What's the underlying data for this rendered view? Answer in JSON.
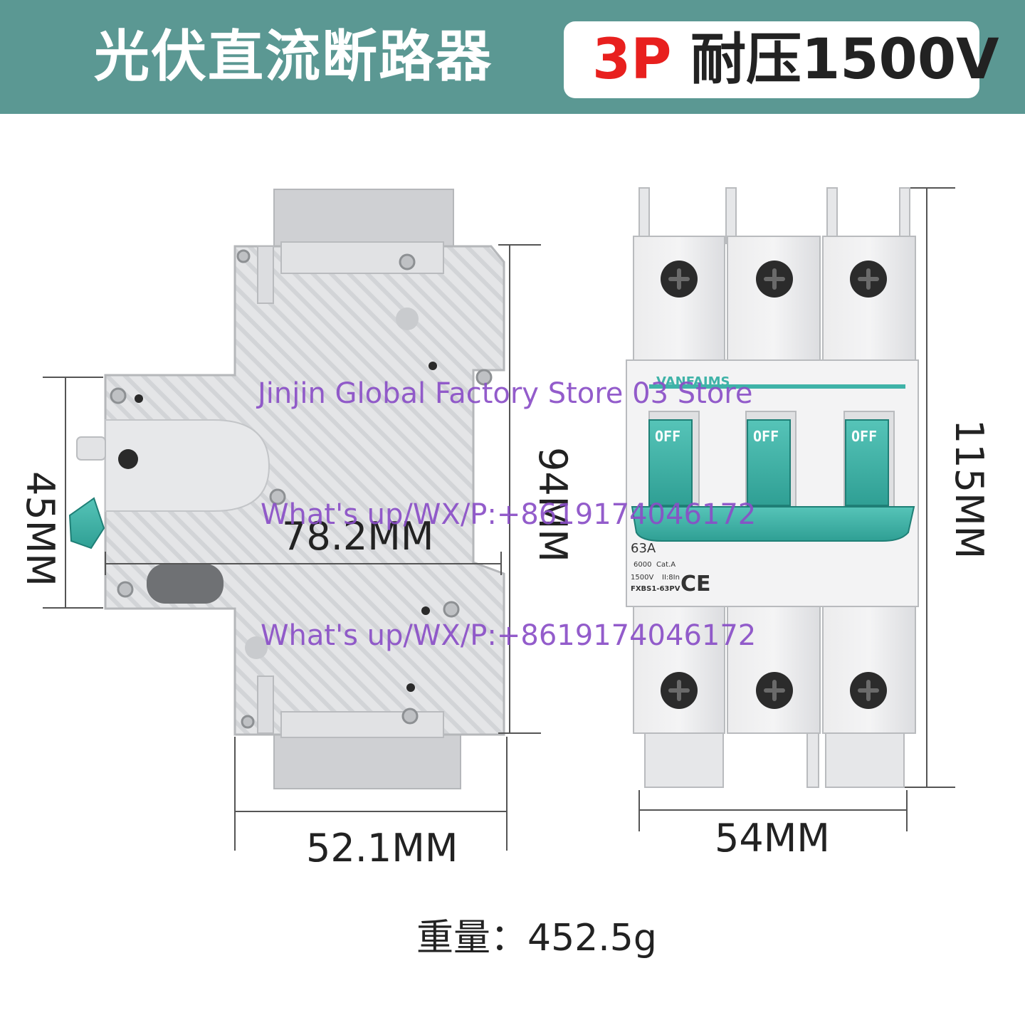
{
  "header": {
    "title": "光伏直流断路器",
    "poles": "3P",
    "voltage": "耐压1500V"
  },
  "dimensions": {
    "side_height": "45MM",
    "side_width": "78.2MM",
    "side_full_height": "94MM",
    "side_depth": "52.1MM",
    "front_height": "115MM",
    "front_width": "54MM"
  },
  "product_labels": {
    "brand": "VANFAIMS",
    "switch_state": "OFF",
    "rating": "63A",
    "breaking": "6000",
    "category": "Cat.A",
    "voltage_rating": "1500V",
    "current_marking": "II:8In",
    "model": "FXBS1-63PV",
    "cert": "CE"
  },
  "watermarks": {
    "store": "Jinjin Global Factory Store 03 Store",
    "contact_1": "What's up/WX/P:+8619174046172",
    "contact_2": "What's up/WX/P:+8619174046172"
  },
  "weight": "重量：452.5g",
  "colors": {
    "header_bg": "#5b9893",
    "accent_red": "#e8201e",
    "handle_teal": "#3fb3a8",
    "body_grey": "#e3e4e6",
    "watermark": "#8a4fc7"
  }
}
